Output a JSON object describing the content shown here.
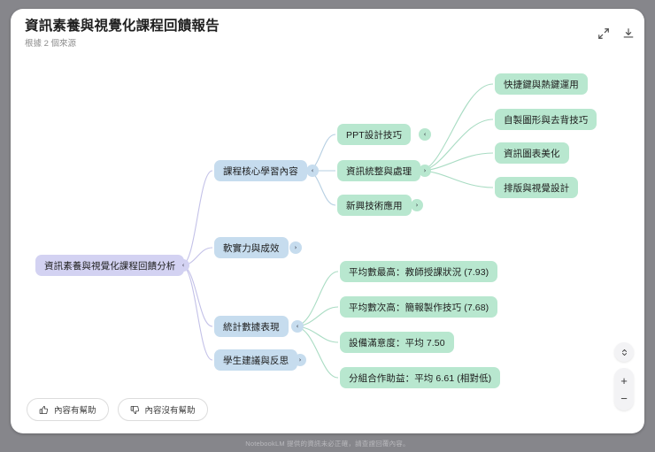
{
  "header": {
    "title": "資訊素養與視覺化課程回饋報告",
    "subtitle": "根據 2 個來源",
    "expand_icon": "expand-icon",
    "download_icon": "download-icon"
  },
  "mindmap": {
    "root": {
      "label": "資訊素養與視覺化課程回饋分析",
      "toggle": "‹"
    },
    "branches": [
      {
        "label": "課程核心學習內容",
        "toggle": "‹"
      },
      {
        "label": "軟實力與成效",
        "toggle": "›"
      },
      {
        "label": "統計數據表現",
        "toggle": "‹"
      },
      {
        "label": "學生建議與反思",
        "toggle": "›"
      }
    ],
    "core_children": [
      {
        "label": "PPT設計技巧",
        "toggle": "‹"
      },
      {
        "label": "資訊統整與處理",
        "toggle": "›"
      },
      {
        "label": "新興技術應用",
        "toggle": "›"
      }
    ],
    "ppt_children": [
      {
        "label": "快捷鍵與熱鍵運用"
      },
      {
        "label": "自製圖形與去背技巧"
      },
      {
        "label": "資訊圖表美化"
      },
      {
        "label": "排版與視覺設計"
      }
    ],
    "stats_children": [
      {
        "label": "平均數最高：教師授課狀況 (7.93)"
      },
      {
        "label": "平均數次高：簡報製作技巧 (7.68)"
      },
      {
        "label": "設備滿意度：平均 7.50"
      },
      {
        "label": "分組合作助益：平均 6.61 (相對低)"
      }
    ]
  },
  "feedback": {
    "positive": "內容有幫助",
    "negative": "內容沒有幫助"
  },
  "zoom": {
    "fit_icon": "fit-to-screen-icon",
    "zoom_in": "+",
    "zoom_out": "−"
  },
  "disclaimer": "NotebookLM 提供的資訊未必正確，請查證回覆內容。",
  "colors": {
    "root": "#d3d2f2",
    "level1": "#c6dcee",
    "level2": "#b8e7cf",
    "edge_purple": "#c3c1e8",
    "edge_blue": "#b6cfe2",
    "edge_green": "#a9dcc3"
  }
}
